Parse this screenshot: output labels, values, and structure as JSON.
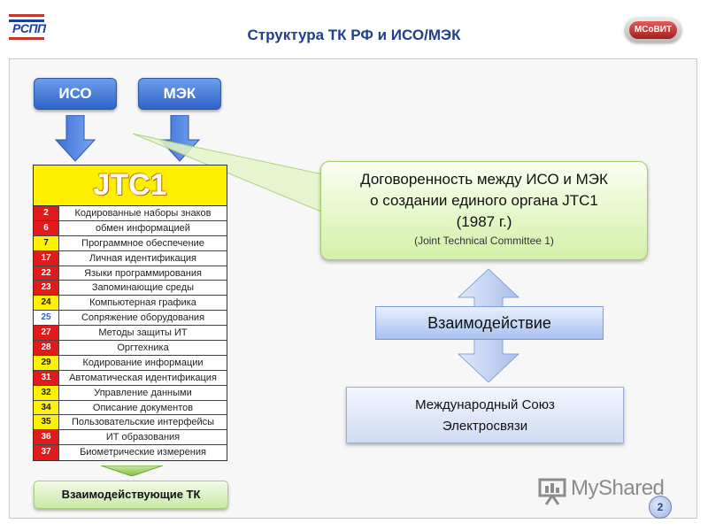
{
  "header": {
    "logo_text": "РСПП",
    "title": "Структура ТК РФ и ИСО/МЭК",
    "badge": "МСоВИТ"
  },
  "orgs": {
    "iso": "ИСО",
    "iec": "МЭК"
  },
  "jtc": {
    "title": "JTC1",
    "rows": [
      {
        "num": "2",
        "label": "Кодированные наборы знаков",
        "color": "red"
      },
      {
        "num": "6",
        "label": "обмен информацией",
        "color": "red"
      },
      {
        "num": "7",
        "label": "Программное обеспечение",
        "color": "yellow"
      },
      {
        "num": "17",
        "label": "Личная идентификация",
        "color": "red"
      },
      {
        "num": "22",
        "label": "Языки программирования",
        "color": "red"
      },
      {
        "num": "23",
        "label": "Запоминающие среды",
        "color": "red"
      },
      {
        "num": "24",
        "label": "Компьютерная графика",
        "color": "yellow"
      },
      {
        "num": "25",
        "label": "Сопряжение оборудования",
        "color": "white"
      },
      {
        "num": "27",
        "label": "Методы защиты ИТ",
        "color": "red"
      },
      {
        "num": "28",
        "label": "Оргтехника",
        "color": "red"
      },
      {
        "num": "29",
        "label": "Кодирование информации",
        "color": "yellow"
      },
      {
        "num": "31",
        "label": "Автоматическая идентификация",
        "color": "red"
      },
      {
        "num": "32",
        "label": "Управление данными",
        "color": "yellow"
      },
      {
        "num": "34",
        "label": "Описание документов",
        "color": "yellow"
      },
      {
        "num": "35",
        "label": "Пользовательские интерфейсы",
        "color": "yellow"
      },
      {
        "num": "36",
        "label": "ИТ образования",
        "color": "red"
      },
      {
        "num": "37",
        "label": "Биометрические измерения",
        "color": "red"
      }
    ]
  },
  "interacting_tk": "Взаимодействующие ТК",
  "callout": {
    "line1": "Договоренность между ИСО и МЭК",
    "line2": "о создании единого органа JTC1",
    "line3": "(1987 г.)",
    "line4": "(Joint Technical Committee 1)"
  },
  "interaction": "Взаимодействие",
  "itu": {
    "line1": "Международный Союз",
    "line2": "Электросвязи"
  },
  "watermark": "MyShared",
  "page_number": "2",
  "colors": {
    "title_blue": "#1f3f8f",
    "red_cell": "#e11b1b",
    "yellow_cell": "#fff200",
    "jtc_header": "#ffef00"
  }
}
